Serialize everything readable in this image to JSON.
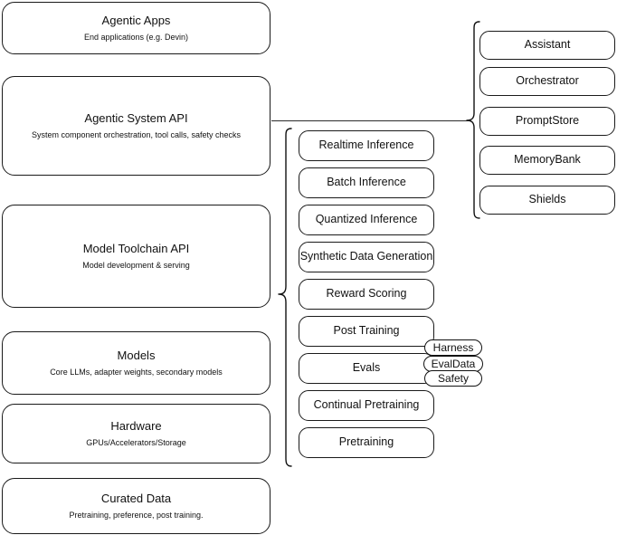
{
  "diagram": {
    "title": "LLM Stack Architecture",
    "accent_color": "#111111",
    "background_color": "#ffffff"
  },
  "layers": [
    {
      "id": "agentic-apps",
      "title": "Agentic Apps",
      "subtitle": "End applications (e.g. Devin)"
    },
    {
      "id": "agentic-system-api",
      "title": "Agentic System API",
      "subtitle": "System component orchestration, tool calls, safety checks"
    },
    {
      "id": "model-toolchain-api",
      "title": "Model Toolchain API",
      "subtitle": "Model development & serving"
    },
    {
      "id": "models",
      "title": "Models",
      "subtitle": "Core LLMs, adapter weights, secondary models"
    },
    {
      "id": "hardware",
      "title": "Hardware",
      "subtitle": "GPUs/Accelerators/Storage"
    },
    {
      "id": "curated-data",
      "title": "Curated Data",
      "subtitle": "Pretraining, preference, post training."
    }
  ],
  "toolchain_items": [
    {
      "id": "realtime-inference",
      "label": "Realtime Inference"
    },
    {
      "id": "batch-inference",
      "label": "Batch Inference"
    },
    {
      "id": "quantized-inference",
      "label": "Quantized Inference"
    },
    {
      "id": "synthetic-data-generation",
      "label": "Synthetic Data Generation"
    },
    {
      "id": "reward-scoring",
      "label": "Reward Scoring"
    },
    {
      "id": "post-training",
      "label": "Post Training"
    },
    {
      "id": "evals",
      "label": "Evals"
    },
    {
      "id": "continual-pretraining",
      "label": "Continual Pretraining"
    },
    {
      "id": "pretraining",
      "label": "Pretraining"
    }
  ],
  "eval_badges": [
    {
      "id": "harness",
      "label": "Harness"
    },
    {
      "id": "evaldata",
      "label": "EvalData"
    },
    {
      "id": "safety",
      "label": "Safety"
    }
  ],
  "system_components": [
    {
      "id": "assistant",
      "label": "Assistant"
    },
    {
      "id": "orchestrator",
      "label": "Orchestrator"
    },
    {
      "id": "promptstore",
      "label": "PromptStore"
    },
    {
      "id": "memorybank",
      "label": "MemoryBank"
    },
    {
      "id": "shields",
      "label": "Shields"
    }
  ]
}
